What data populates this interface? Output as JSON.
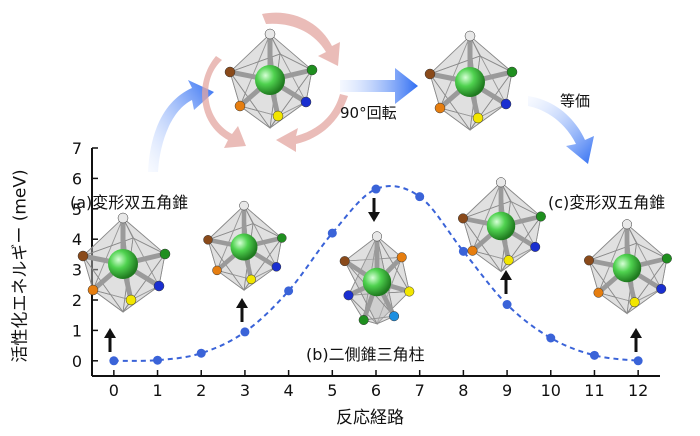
{
  "chart_data": {
    "type": "line",
    "title": "",
    "xlabel": "反応経路",
    "ylabel": "活性化エネルギー (meV)",
    "xlim": [
      -0.5,
      12.5
    ],
    "ylim": [
      -0.5,
      7
    ],
    "x_ticks": [
      0,
      1,
      2,
      3,
      4,
      5,
      6,
      7,
      8,
      9,
      10,
      11,
      12
    ],
    "y_ticks": [
      0,
      1,
      2,
      3,
      4,
      5,
      6,
      7
    ],
    "grid": false,
    "series": [
      {
        "x": [
          0,
          1,
          2,
          3,
          4,
          5,
          6,
          7,
          8,
          9,
          10,
          11,
          12
        ],
        "y": [
          0.0,
          0.02,
          0.25,
          0.95,
          2.3,
          4.2,
          5.65,
          5.4,
          3.6,
          1.85,
          0.75,
          0.18,
          0.0
        ],
        "color": "#3a63d8",
        "line_style": "dashed",
        "marker": "circle"
      }
    ],
    "annotations": [
      {
        "text": "(a)変形双五角錐",
        "x": 0
      },
      {
        "text": "(b)二側錐三角柱",
        "x": 6
      },
      {
        "text": "(c)変形双五角錐",
        "x": 12
      },
      {
        "text": "90°回転"
      },
      {
        "text": "等価"
      }
    ]
  },
  "colors": {
    "axis": "#111111",
    "series": "#3a63d8",
    "curved_arrow": "#4a7ff0",
    "rotation_arrow": "#e3a5a0",
    "polyhedron_face": "#bdbdbd",
    "center_atom": "#3ec83e",
    "atom_white": "#e8e8e8",
    "atom_blue": "#1a2fd0",
    "atom_cyan": "#1d8fe0",
    "atom_green": "#1f8f1f",
    "atom_brown": "#8a4a1a",
    "atom_orange": "#e67e10",
    "atom_yellow": "#f2e600"
  }
}
